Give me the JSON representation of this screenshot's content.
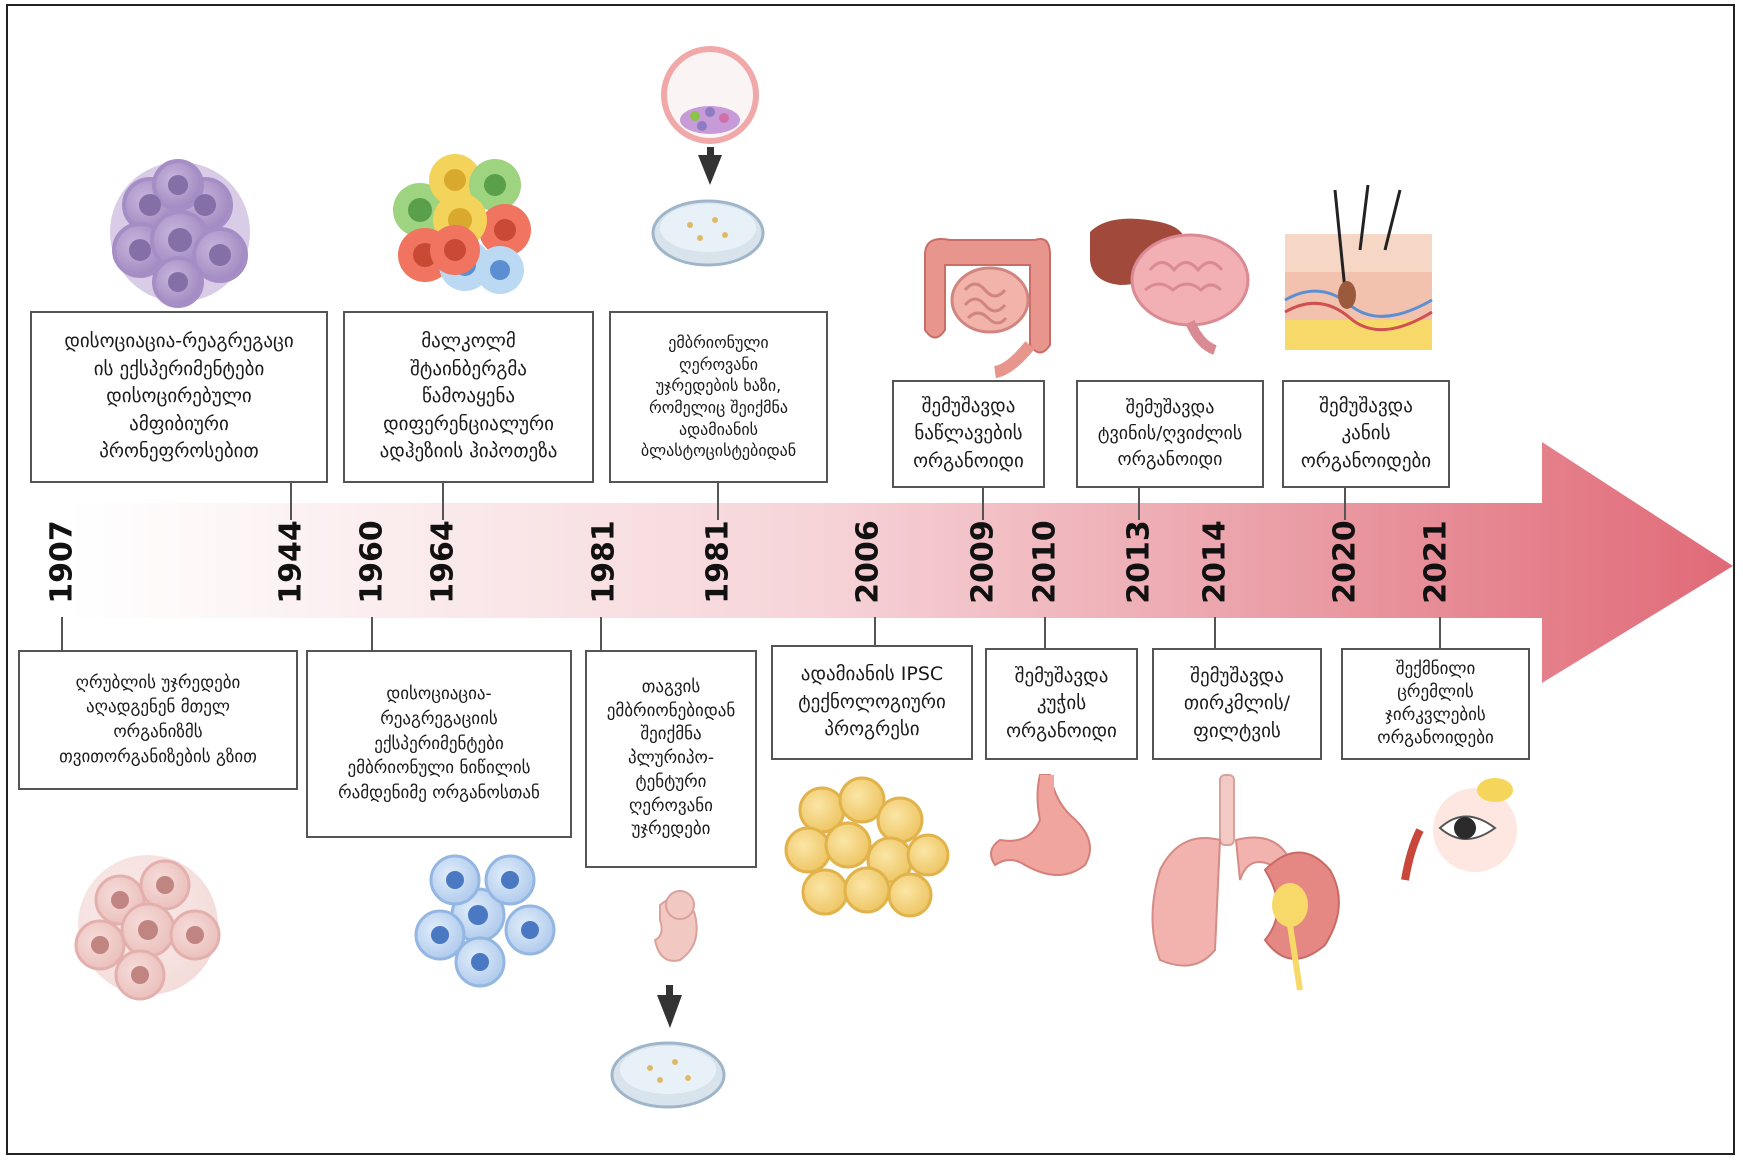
{
  "timeline": {
    "years": [
      "1907",
      "1944",
      "1960",
      "1964",
      "1981",
      "1981",
      "2006",
      "2009",
      "2010",
      "2013",
      "2014",
      "2020",
      "2021"
    ],
    "events_top": [
      {
        "year": "1944",
        "text": "დისოციაცია-რეაგრეგაცი\nის ექსპერიმენტები\nდისოცირებული\nამფიბიური\nპრონეფროსებით"
      },
      {
        "year": "1964",
        "text": "მალკოლმ\nშტაინბერგმა\nწამოაყენა\nდიფერენციალური\nადჰეზიის ჰიპოთეზა"
      },
      {
        "year": "1981",
        "text": "ემბრიონული\nღეროვანი\nუჯრედების ხაზი,\nრომელიც შეიქმნა\nადამიანის\nბლასტოცისტებიდან"
      },
      {
        "year": "2009",
        "text": "შემუშავდა\nნაწლავების\nორგანოიდი"
      },
      {
        "year": "2013",
        "text": "შემუშავდა\nტვინის/ღვიძლის\nორგანოიდი"
      },
      {
        "year": "2020",
        "text": "შემუშავდა\nკანის\nორგანოიდები"
      }
    ],
    "events_bottom": [
      {
        "year": "1907",
        "text": "ღრუბლის უჯრედები\nაღადგენენ მთელ\nორგანიზმს\nთვითორგანიზების გზით"
      },
      {
        "year": "1960",
        "text": "დისოციაცია-\nრეაგრეგაციის\nექსპერიმენტები\nემბრიონული ნიწილის\nრამდენიმე ორგანოსთან"
      },
      {
        "year": "1981",
        "text": "თაგვის\nემბრიონებიდან\nშეიქმნა\nპლურიპო-\nტენტური\nღეროვანი\nუჯრედები"
      },
      {
        "year": "2006",
        "text": "ადამიანის IPSC\nტექნოლოგიური\nპროგრესი"
      },
      {
        "year": "2010",
        "text": "შემუშავდა\nკუჭის\nორგანოიდი"
      },
      {
        "year": "2014",
        "text": "შემუშავდა\nთირკმლის/\nფილტვის"
      },
      {
        "year": "2021",
        "text": "შექმნილი\nცრემლის\nჯირკვლების\nორგანოიდები"
      }
    ]
  },
  "colors": {
    "arrow_start": "#ffffff",
    "arrow_end": "#e06a77",
    "box_border": "#555555"
  },
  "icons": [
    "purple-cell-cluster-icon",
    "mixed-cell-cluster-icon",
    "blastocyst-icon",
    "petri-dish-icon",
    "intestine-icon",
    "liver-brain-icon",
    "skin-icon",
    "pink-cell-cluster-icon",
    "blue-cell-cluster-icon",
    "embryo-icon",
    "yellow-cell-cluster-icon",
    "stomach-icon",
    "lung-kidney-icon",
    "eye-icon"
  ]
}
